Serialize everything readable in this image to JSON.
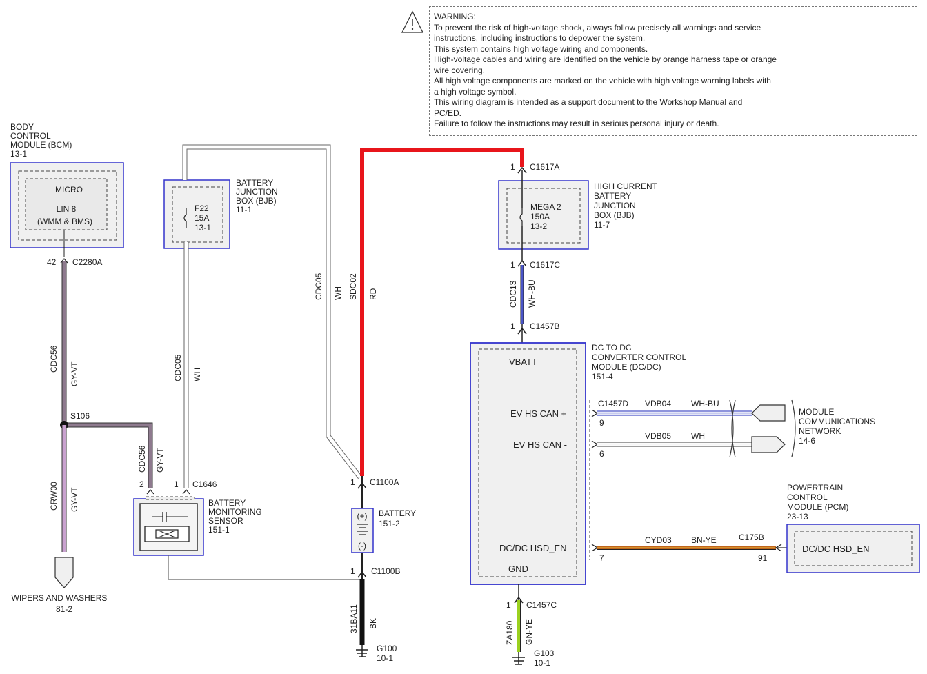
{
  "warning": {
    "lines": [
      "WARNING:",
      "To prevent the risk of high-voltage shock, always follow precisely all warnings and service",
      "instructions, including instructions to depower the system.",
      "This system contains high voltage wiring and components.",
      "High-voltage cables and wiring are identified on the vehicle by orange harness tape or orange",
      "wire covering.",
      "All high voltage components are marked on the vehicle with high voltage warning labels with",
      "a high voltage symbol.",
      "This wiring diagram is intended as a support document to the Workshop Manual and",
      "PC/ED.",
      "Failure to follow the instructions may result in serious personal injury or death."
    ]
  },
  "bcm": {
    "title_lines": [
      "BODY",
      "CONTROL",
      "MODULE (BCM)",
      "13-1"
    ],
    "inner": [
      "MICRO",
      "LIN 8",
      "(WMM & BMS)"
    ],
    "pin": "42",
    "connector": "C2280A",
    "wire1_circuit": "CDC56",
    "wire1_color": "GY-VT",
    "splice": "S106",
    "wire2_circuit": "CRW00",
    "wire2_color": "GY-VT",
    "dest_name": "WIPERS AND WASHERS",
    "dest_page": "81-2"
  },
  "bjb": {
    "title_lines": [
      "BATTERY",
      "JUNCTION",
      "BOX (BJB)",
      "11-1"
    ],
    "fuse": [
      "F22",
      "15A",
      "13-1"
    ]
  },
  "bms_branch": {
    "circuit": "CDC56",
    "color": "GY-VT",
    "circuit2": "CDC05",
    "color2": "WH",
    "pin2": "2",
    "pin1": "1",
    "connector": "C1646"
  },
  "bms": {
    "title_lines": [
      "BATTERY",
      "MONITORING",
      "SENSOR",
      "151-1"
    ]
  },
  "middle_wires": {
    "c1": "CDC05",
    "c1_color": "WH",
    "c2": "SDC02",
    "c2_color": "RD"
  },
  "battery": {
    "title_lines": [
      "BATTERY",
      "151-2"
    ],
    "plus": "(+)",
    "minus": "(-)",
    "pin_top": "1",
    "conn_top": "C1100A",
    "pin_bot": "1",
    "conn_bot": "C1100B",
    "ground_circuit": "31BA11",
    "ground_color": "BK",
    "ground_name": "G100",
    "ground_page": "10-1"
  },
  "hcbjb": {
    "title_lines": [
      "HIGH CURRENT",
      "BATTERY",
      "JUNCTION",
      "BOX (BJB)",
      "11-7"
    ],
    "fuse": [
      "MEGA 2",
      "150A",
      "13-2"
    ],
    "pin_top": "1",
    "conn_top": "C1617A",
    "pin_bot": "1",
    "conn_bot": "C1617C",
    "wire_circuit": "CDC13",
    "wire_color": "WH-BU"
  },
  "dcdc": {
    "title_lines": [
      "DC TO DC",
      "CONVERTER CONTROL",
      "MODULE (DC/DC)",
      "151-4"
    ],
    "pin_top": "1",
    "conn_top": "C1457B",
    "vbatt": "VBATT",
    "can_plus": "EV HS CAN +",
    "can_minus": "EV HS CAN -",
    "hsd": "DC/DC HSD_EN",
    "gnd": "GND",
    "conn_d": "C1457D",
    "can_plus_pin": "9",
    "can_plus_circuit": "VDB04",
    "can_plus_color": "WH-BU",
    "can_minus_pin": "6",
    "can_minus_circuit": "VDB05",
    "can_minus_color": "WH",
    "hsd_pin": "7",
    "hsd_circuit": "CYD03",
    "hsd_color": "BN-YE",
    "gnd_pin": "1",
    "gnd_conn": "C1457C",
    "gnd_circuit": "ZA180",
    "gnd_color": "GN-YE",
    "gnd_name": "G103",
    "gnd_page": "10-1"
  },
  "mcn": {
    "title_lines": [
      "MODULE",
      "COMMUNICATIONS",
      "NETWORK",
      "14-6"
    ]
  },
  "pcm": {
    "title_lines": [
      "POWERTRAIN",
      "CONTROL",
      "MODULE (PCM)",
      "23-13"
    ],
    "inner": "DC/DC HSD_EN",
    "connector": "C175B",
    "pin": "91"
  },
  "colors": {
    "module_border": "#3333cc",
    "module_fill": "#f0f0f0",
    "wire_gyvt": "#8e7a8e",
    "wire_crw": "#c9a2cf",
    "wire_rd": "#e8151b",
    "wire_whbu": "#4a55c8",
    "wire_bnye": "#c0641e",
    "wire_gnye": "#9bd11f",
    "wire_bk": "#111111"
  }
}
